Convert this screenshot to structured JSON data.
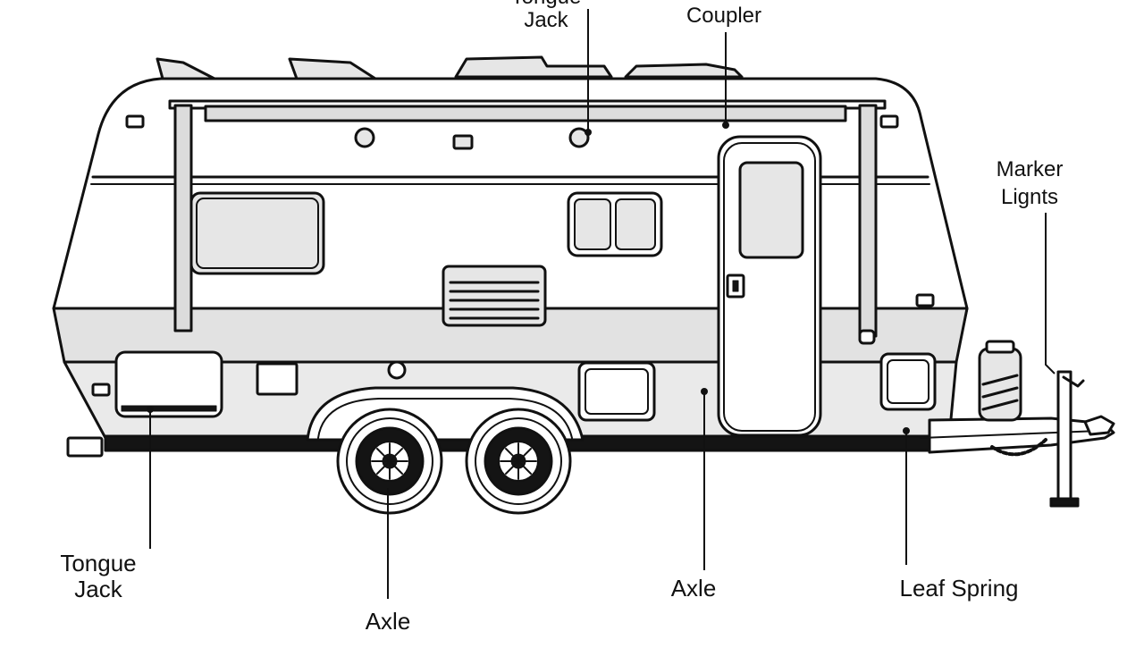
{
  "labels": {
    "top_cut_line1": "Tongue",
    "top_cut_line2": "Jack",
    "coupler": "Coupler",
    "marker_line1": "Marker",
    "marker_line2": "Lignts",
    "tongue_jack_line1": "Tongue",
    "tongue_jack_line2": "Jack",
    "axle_left": "Axle",
    "axle_right": "Axle",
    "leaf_spring": "Leaf Spring"
  },
  "colors": {
    "outline": "#111111",
    "body": "#ffffff",
    "stripe": "#e2e2e2",
    "panel": "#eaeaea",
    "tire": "#141414"
  },
  "icons": {
    "trailer": "travel-trailer-illustration"
  }
}
